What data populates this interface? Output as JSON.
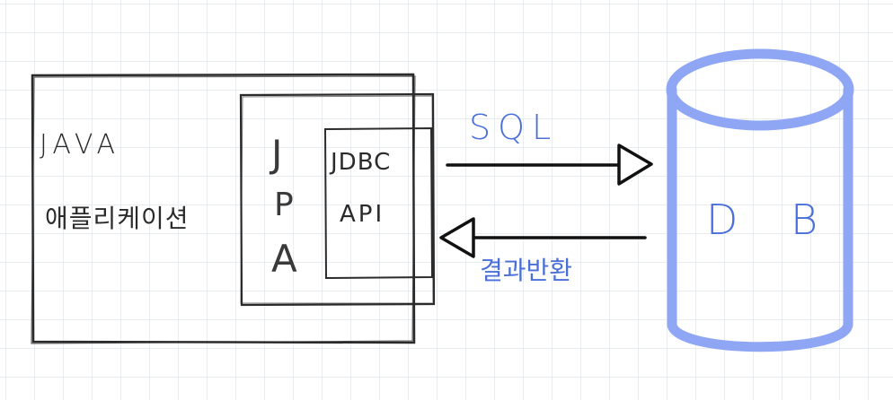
{
  "diagram": {
    "java_app": {
      "title": "JAVA",
      "subtitle": "애플리케이션"
    },
    "jpa": {
      "letters": [
        "J",
        "P",
        "A"
      ]
    },
    "jdbc_api": {
      "line1": "JDBC",
      "line2": "API"
    },
    "request_arrow": {
      "label": "SQL"
    },
    "response_arrow": {
      "label": "결과반환"
    },
    "database": {
      "label": "D B"
    }
  },
  "colors": {
    "ink": "#2b2b2b",
    "accent_blue": "#4a6fd8",
    "cylinder_blue": "#8fa6f5",
    "grid": "#e9ecee"
  }
}
